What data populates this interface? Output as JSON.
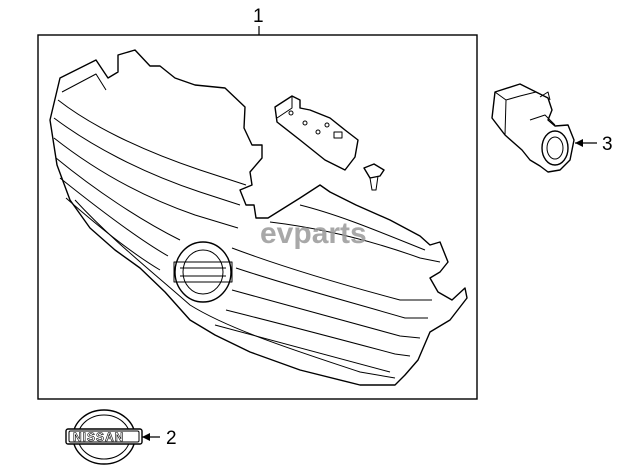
{
  "callouts": {
    "grille_assembly": "1",
    "emblem": "2",
    "clip": "3"
  },
  "emblem_text": "NISSAN",
  "watermark_text": "evparts"
}
